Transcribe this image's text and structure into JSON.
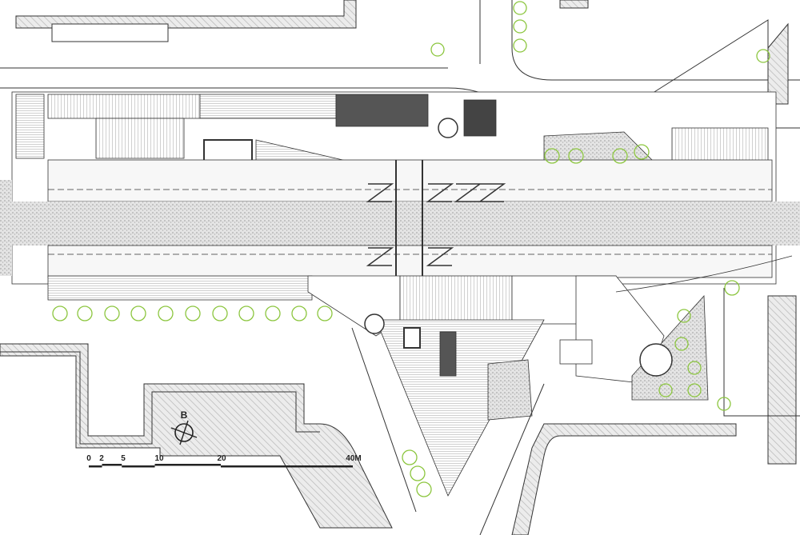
{
  "drawing": {
    "compass": {
      "label": "B"
    },
    "scale_bar": {
      "ticks": [
        "0",
        "2",
        "5",
        "10",
        "20",
        "40M"
      ],
      "values_m": [
        0,
        2,
        5,
        10,
        20,
        40
      ]
    },
    "colors": {
      "line": "#333333",
      "hatch": "#bdbdbd",
      "tree": "#8cc63f",
      "gravel": "#d6d6d6"
    }
  }
}
